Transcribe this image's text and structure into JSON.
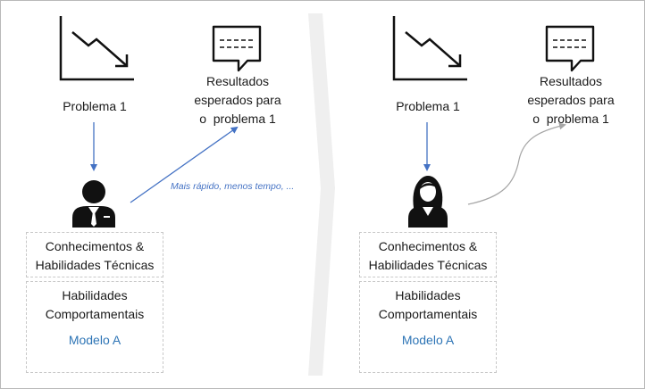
{
  "left": {
    "problem_label": "Problema 1",
    "results_lines": [
      "Resultados",
      "esperados para",
      "o  problema 1"
    ],
    "arrow_note": "Mais rápido, menos tempo, ...",
    "tech_skills_lines": [
      "Conhecimentos &",
      "Habilidades Técnicas"
    ],
    "behavioral_lines": [
      "Habilidades",
      "Comportamentais"
    ],
    "model_label": "Modelo A",
    "person_icon": "businessman-icon"
  },
  "right": {
    "problem_label": "Problema 1",
    "results_lines": [
      "Resultados",
      "esperados para",
      "o  problema 1"
    ],
    "tech_skills_lines": [
      "Conhecimentos &",
      "Habilidades Técnicas"
    ],
    "behavioral_lines": [
      "Habilidades",
      "Comportamentais"
    ],
    "model_label": "Modelo A",
    "person_icon": "businesswoman-icon"
  },
  "colors": {
    "arrow_blue": "#4472c4",
    "model_blue": "#2e75b6",
    "curve_gray": "#a6a6a6",
    "divider": "#efefef"
  }
}
